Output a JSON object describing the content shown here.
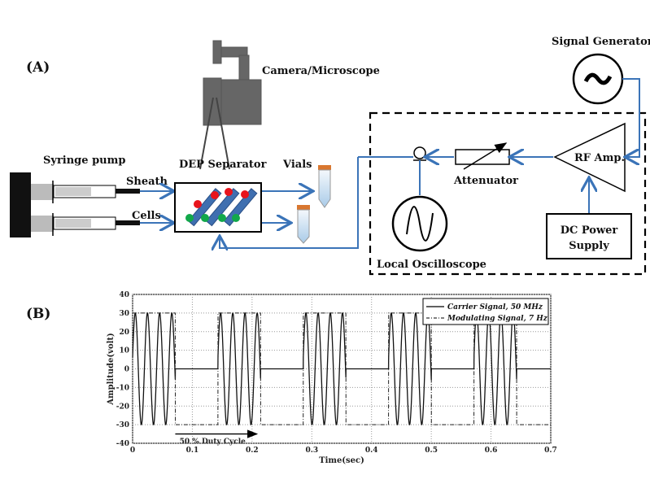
{
  "panel_a": {
    "label": "(A)",
    "syringe_pump": "Syringe pump",
    "sheath": "Sheath",
    "cells": "Cells",
    "dep_separator": "DEP Separator",
    "camera": "Camera/Microscope",
    "vials": "Vials",
    "signal_generator": "Signal Generator",
    "rf_amp": "RF Amp.",
    "attenuator": "Attenuator",
    "local_oscilloscope": "Local Oscilloscope",
    "dc_power_line1": "DC Power",
    "dc_power_line2": "Supply",
    "colors": {
      "flow": "#3b74b8",
      "bead_red": "#e8141c",
      "bead_green": "#12a84a",
      "electrode": "#3f6fb0"
    }
  },
  "panel_b": {
    "label": "(B)",
    "annotation": "50 % Duty Cycle"
  },
  "chart_data": {
    "type": "line",
    "xlabel": "Time(sec)",
    "ylabel": "Amplitude(volt)",
    "xlim": [
      0,
      0.7
    ],
    "ylim": [
      -40,
      40
    ],
    "xticks": [
      "0",
      "0.1",
      "0.2",
      "0.3",
      "0.4",
      "0.5",
      "0.6",
      "0.7"
    ],
    "yticks": [
      "40",
      "30",
      "20",
      "10",
      "0",
      "-10",
      "-20",
      "-30",
      "-40"
    ],
    "grid": true,
    "legend_position": "top-right",
    "series": [
      {
        "name": "Carrier Signal, 50 MHz",
        "style": "solid",
        "amplitude": 30,
        "gated": true
      },
      {
        "name": "Modulating Signal, 7 Hz",
        "style": "dash-dot",
        "high": 30,
        "low": -30,
        "frequency_hz": 7,
        "duty_cycle": 0.5
      }
    ]
  }
}
